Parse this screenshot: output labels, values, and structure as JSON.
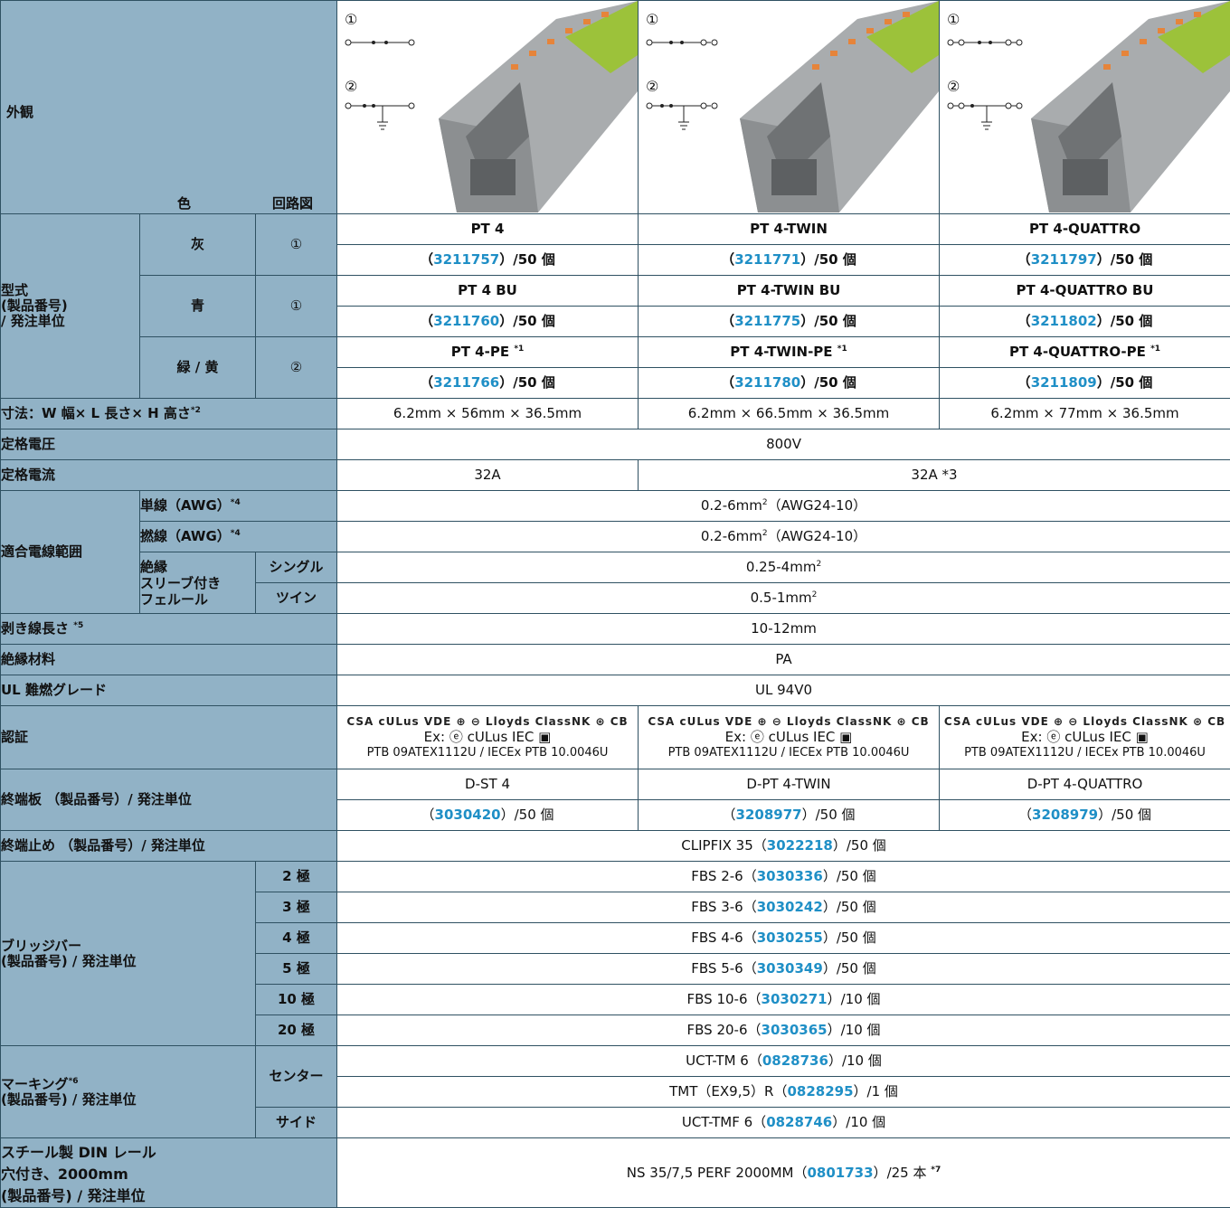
{
  "appearance": {
    "label": "外観",
    "color_label": "色",
    "circuit_label": "回路図",
    "circ1": "①",
    "circ2": "②"
  },
  "models": {
    "label": "型式\n(製品番号)\n/ 発注単位",
    "rows": [
      {
        "color": "灰",
        "circuit": "①",
        "names": [
          "PT 4",
          "PT 4-TWIN",
          "PT 4-QUATTRO"
        ],
        "codes": [
          "3211757",
          "3211771",
          "3211797"
        ],
        "unit": "/50 個",
        "sup": ""
      },
      {
        "color": "青",
        "circuit": "①",
        "names": [
          "PT 4 BU",
          "PT 4-TWIN BU",
          "PT 4-QUATTRO BU"
        ],
        "codes": [
          "3211760",
          "3211775",
          "3211802"
        ],
        "unit": "/50 個",
        "sup": ""
      },
      {
        "color": "緑 / 黄",
        "circuit": "②",
        "names": [
          "PT 4-PE",
          "PT 4-TWIN-PE",
          "PT 4-QUATTRO-PE"
        ],
        "codes": [
          "3211766",
          "3211780",
          "3211809"
        ],
        "unit": "/50 個",
        "sup": "*1"
      }
    ]
  },
  "dims": {
    "label": "寸法：W 幅× L 長さ× H 高さ",
    "sup": "*2",
    "values": [
      "6.2mm × 56mm × 36.5mm",
      "6.2mm × 66.5mm × 36.5mm",
      "6.2mm × 77mm × 36.5mm"
    ]
  },
  "voltage": {
    "label": "定格電圧",
    "value": "800V"
  },
  "current": {
    "label": "定格電流",
    "value1": "32A",
    "value2": "32A *3"
  },
  "wire": {
    "label": "適合電線範囲",
    "solid_label": "単線（AWG）",
    "solid_sup": "*4",
    "solid_value": "0.2-6mm",
    "solid_suffix": "（AWG24-10）",
    "stranded_label": "撚線（AWG）",
    "stranded_sup": "*4",
    "stranded_value": "0.2-6mm",
    "stranded_suffix": "（AWG24-10）",
    "ferrule_label": "絶縁\nスリーブ付き\nフェルール",
    "single_label": "シングル",
    "single_value": "0.25-4mm",
    "twin_label": "ツイン",
    "twin_value": "0.5-1mm",
    "sq": "2"
  },
  "strip": {
    "label": "剥き線長さ",
    "sup": "*5",
    "value": "10-12mm"
  },
  "insulation": {
    "label": "絶縁材料",
    "value": "PA"
  },
  "ul": {
    "label": "UL 難燃グレード",
    "value": "UL 94V0"
  },
  "cert": {
    "label": "認証",
    "logos": "CSA cULus VDE ⊕ ⊖ Lloyds ClassNK ⊛ CB",
    "ex": "Ex: ⓔ cULus IEC ▣",
    "ptb": "PTB 09ATEX1112U / IECEx PTB 10.0046U"
  },
  "endplate": {
    "label": "終端板 （製品番号）/ 発注単位",
    "names": [
      "D-ST 4",
      "D-PT 4-TWIN",
      "D-PT 4-QUATTRO"
    ],
    "codes": [
      "3030420",
      "3208977",
      "3208979"
    ],
    "unit": "/50 個"
  },
  "endstop": {
    "label": "終端止め （製品番号）/ 発注単位",
    "name": "CLIPFIX 35",
    "code": "3022218",
    "unit": "/50 個"
  },
  "bridge": {
    "label": "ブリッジバー\n(製品番号) / 発注単位",
    "rows": [
      {
        "pole": "2 極",
        "name": "FBS 2-6",
        "code": "3030336",
        "unit": "/50 個"
      },
      {
        "pole": "3 極",
        "name": "FBS 3-6",
        "code": "3030242",
        "unit": "/50 個"
      },
      {
        "pole": "4 極",
        "name": "FBS 4-6",
        "code": "3030255",
        "unit": "/50 個"
      },
      {
        "pole": "5 極",
        "name": "FBS 5-6",
        "code": "3030349",
        "unit": "/50 個"
      },
      {
        "pole": "10 極",
        "name": "FBS 10-6",
        "code": "3030271",
        "unit": "/10 個"
      },
      {
        "pole": "20 極",
        "name": "FBS 20-6",
        "code": "3030365",
        "unit": "/10 個"
      }
    ]
  },
  "marking": {
    "label": "マーキング",
    "sup": "*6",
    "label2": "(製品番号) / 発注単位",
    "center_label": "センター",
    "side_label": "サイド",
    "rows": [
      {
        "name": "UCT-TM 6",
        "code": "0828736",
        "unit": "/10 個"
      },
      {
        "name": "TMT（EX9,5）R",
        "code": "0828295",
        "unit": "/1 個"
      },
      {
        "name": "UCT-TMF 6",
        "code": "0828746",
        "unit": "/10 個"
      }
    ]
  },
  "rail": {
    "label": "スチール製 DIN レール\n穴付き、2000mm\n(製品番号) / 発注単位",
    "name": "NS 35/7,5 PERF 2000MM",
    "code": "0801733",
    "unit": "/25 本",
    "sup": "*7"
  },
  "colors": {
    "header": "#91b2c6",
    "code": "#1f8fc6",
    "border": "#2f5162"
  }
}
